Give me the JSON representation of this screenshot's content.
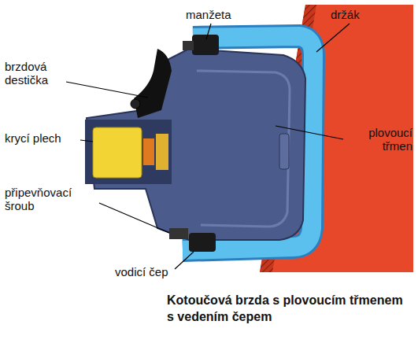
{
  "diagram": {
    "caption": "Kotoučová brzda s plovoucím třmenem s vedením čepem",
    "labels": [
      "manžeta",
      "držák",
      "brzdová destička",
      "krycí plech",
      "plovoucí třmen",
      "připevňovací šroub",
      "vodicí čep"
    ]
  }
}
